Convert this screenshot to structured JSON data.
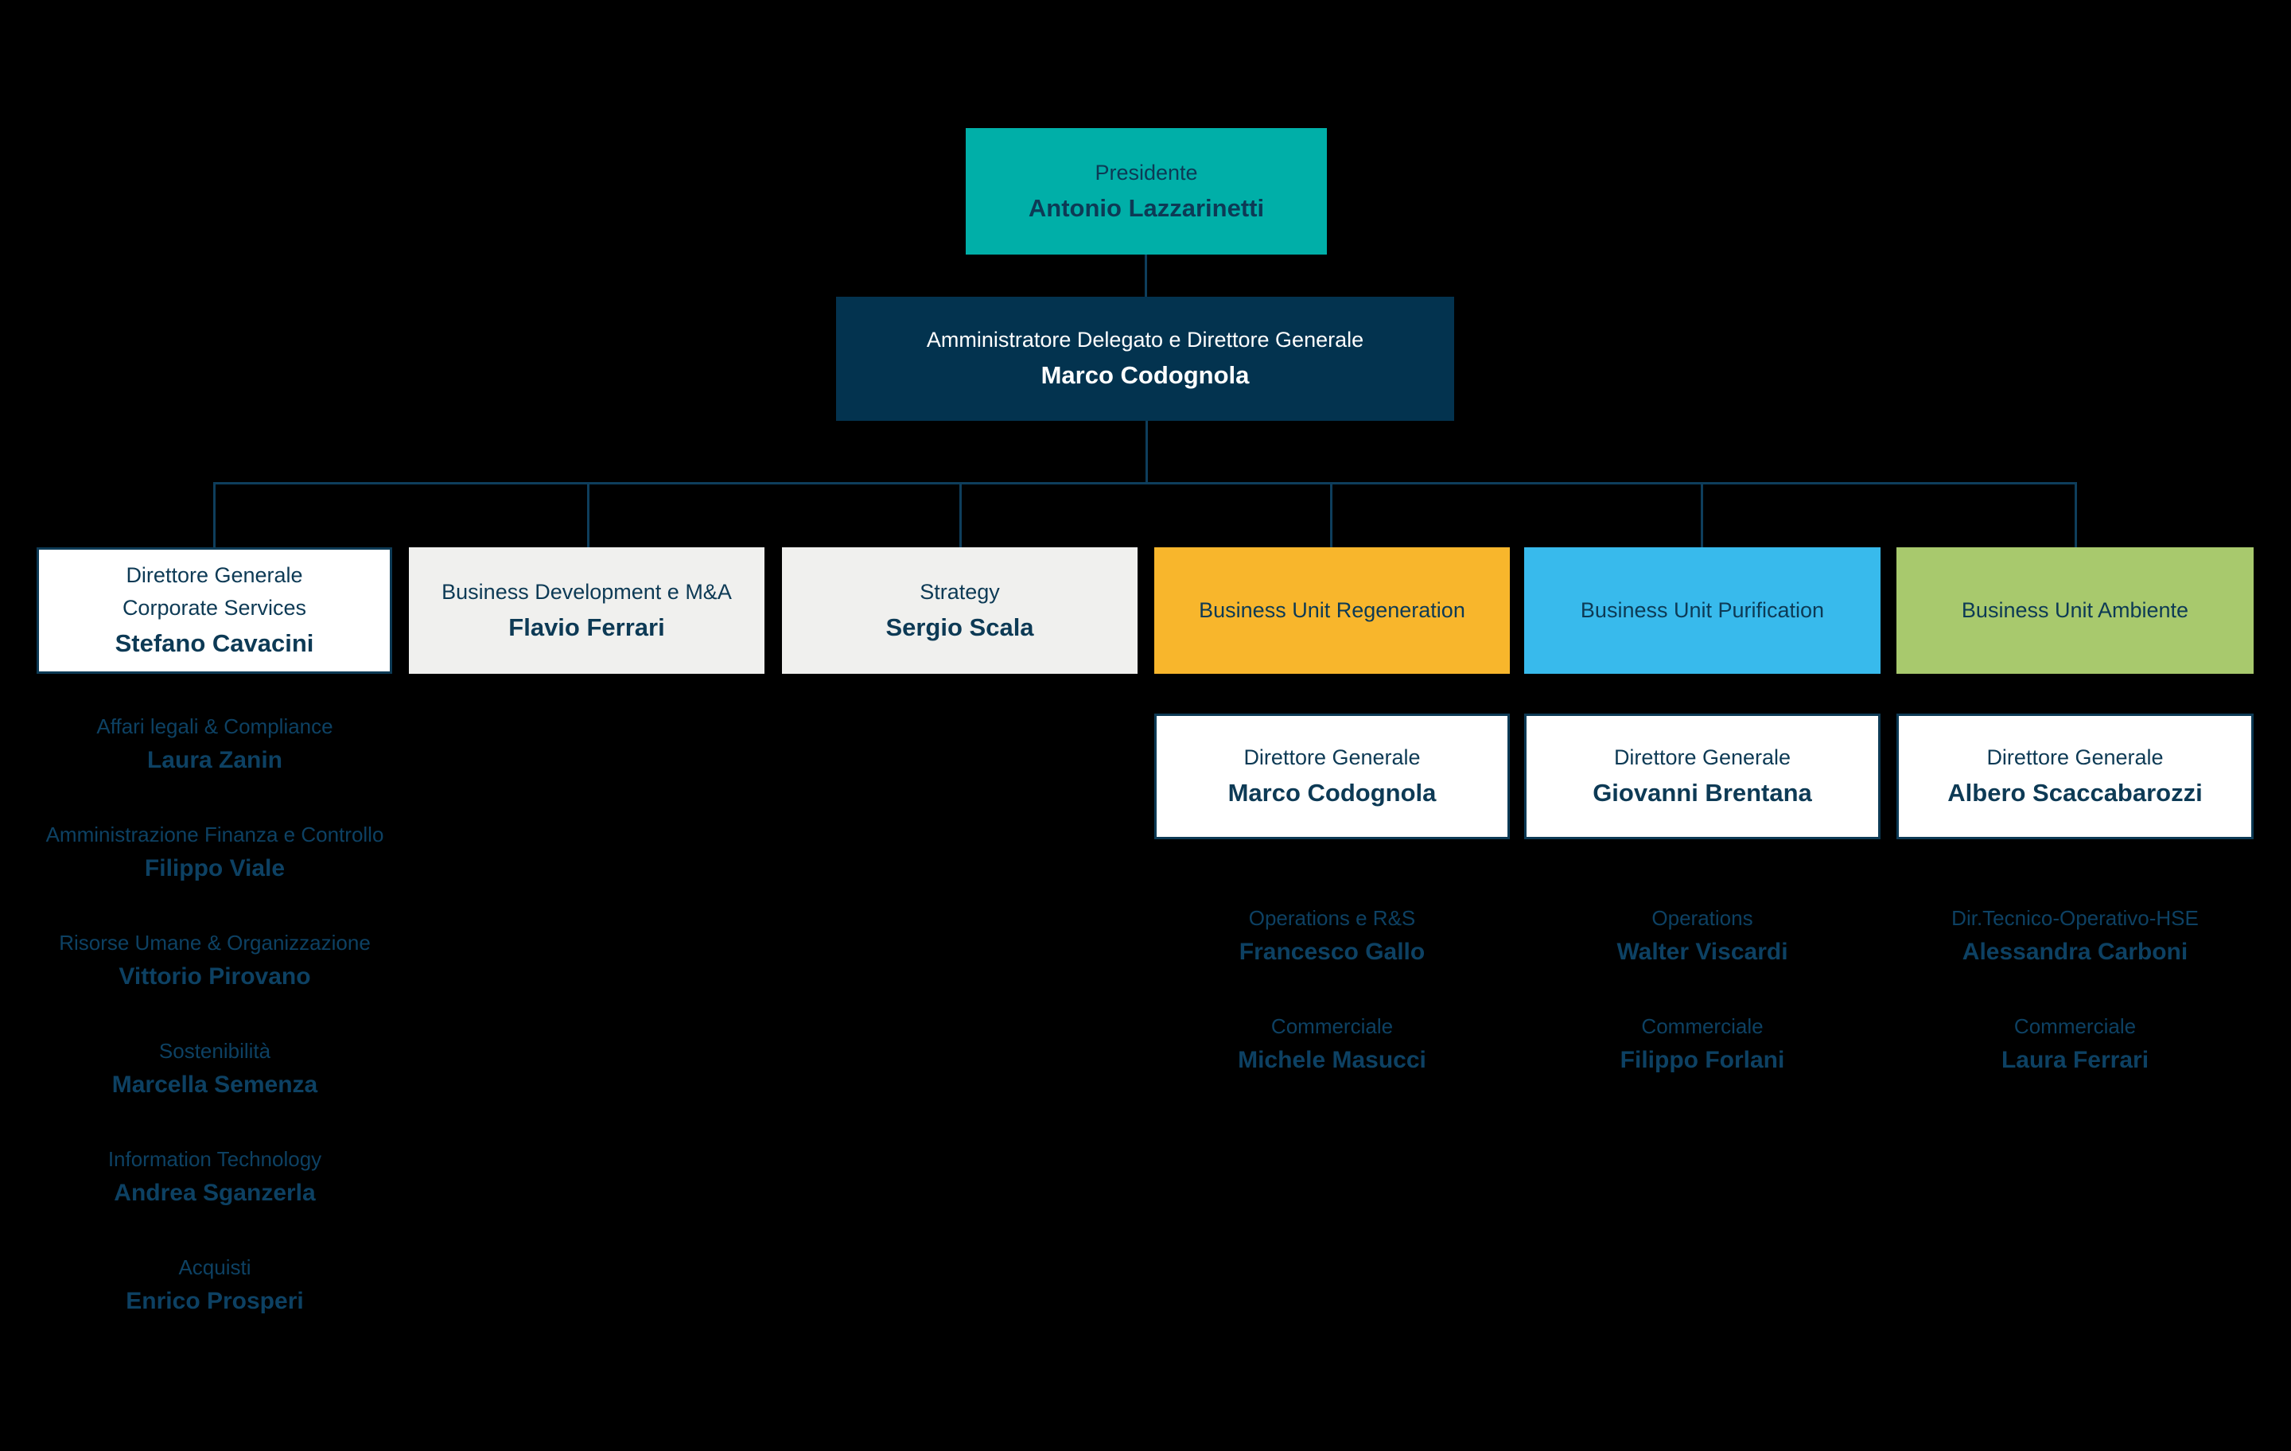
{
  "colors": {
    "background": "#000000",
    "teal": "#00AFA8",
    "navy": "#03334F",
    "gray": "#F0F0EE",
    "orange": "#F8B62C",
    "blue": "#38BAEC",
    "green": "#A8C96D",
    "white": "#FFFFFF",
    "box_text": "#0D3A55",
    "list_text": "#0D4163",
    "line": "#0E3E5C"
  },
  "nodes": {
    "presidente": {
      "role": "Presidente",
      "name": "Antonio Lazzarinetti"
    },
    "ceo": {
      "role": "Amministratore Delegato e Direttore Generale",
      "name": "Marco Codognola"
    },
    "corporate_services": {
      "role_line1": "Direttore Generale",
      "role_line2": "Corporate Services",
      "name": "Stefano Cavacini"
    },
    "business_development": {
      "role": "Business Development e M&A",
      "name": "Flavio Ferrari"
    },
    "strategy": {
      "role": "Strategy",
      "name": "Sergio Scala"
    },
    "bu_regeneration": {
      "title": "Business Unit Regeneration"
    },
    "bu_purification": {
      "title": "Business Unit Purification"
    },
    "bu_ambiente": {
      "title": "Business Unit Ambiente"
    },
    "dg_regeneration": {
      "role": "Direttore Generale",
      "name": "Marco Codognola"
    },
    "dg_purification": {
      "role": "Direttore Generale",
      "name": "Giovanni Brentana"
    },
    "dg_ambiente": {
      "role": "Direttore Generale",
      "name": "Albero Scaccabarozzi"
    }
  },
  "corporate_departments": [
    {
      "role": "Affari legali & Compliance",
      "name": "Laura Zanin"
    },
    {
      "role": "Amministrazione Finanza e Controllo",
      "name": "Filippo Viale"
    },
    {
      "role": "Risorse Umane & Organizzazione",
      "name": "Vittorio Pirovano"
    },
    {
      "role": "Sostenibilità",
      "name": "Marcella Semenza"
    },
    {
      "role": "Information Technology",
      "name": "Andrea Sganzerla"
    },
    {
      "role": "Acquisti",
      "name": "Enrico Prosperi"
    }
  ],
  "bu_functions": {
    "regeneration": [
      {
        "role": "Operations e R&S",
        "name": "Francesco Gallo"
      },
      {
        "role": "Commerciale",
        "name": "Michele Masucci"
      }
    ],
    "purification": [
      {
        "role": "Operations",
        "name": "Walter Viscardi"
      },
      {
        "role": "Commerciale",
        "name": "Filippo Forlani"
      }
    ],
    "ambiente": [
      {
        "role": "Dir.Tecnico-Operativo-HSE",
        "name": "Alessandra Carboni"
      },
      {
        "role": "Commerciale",
        "name": "Laura Ferrari"
      }
    ]
  }
}
